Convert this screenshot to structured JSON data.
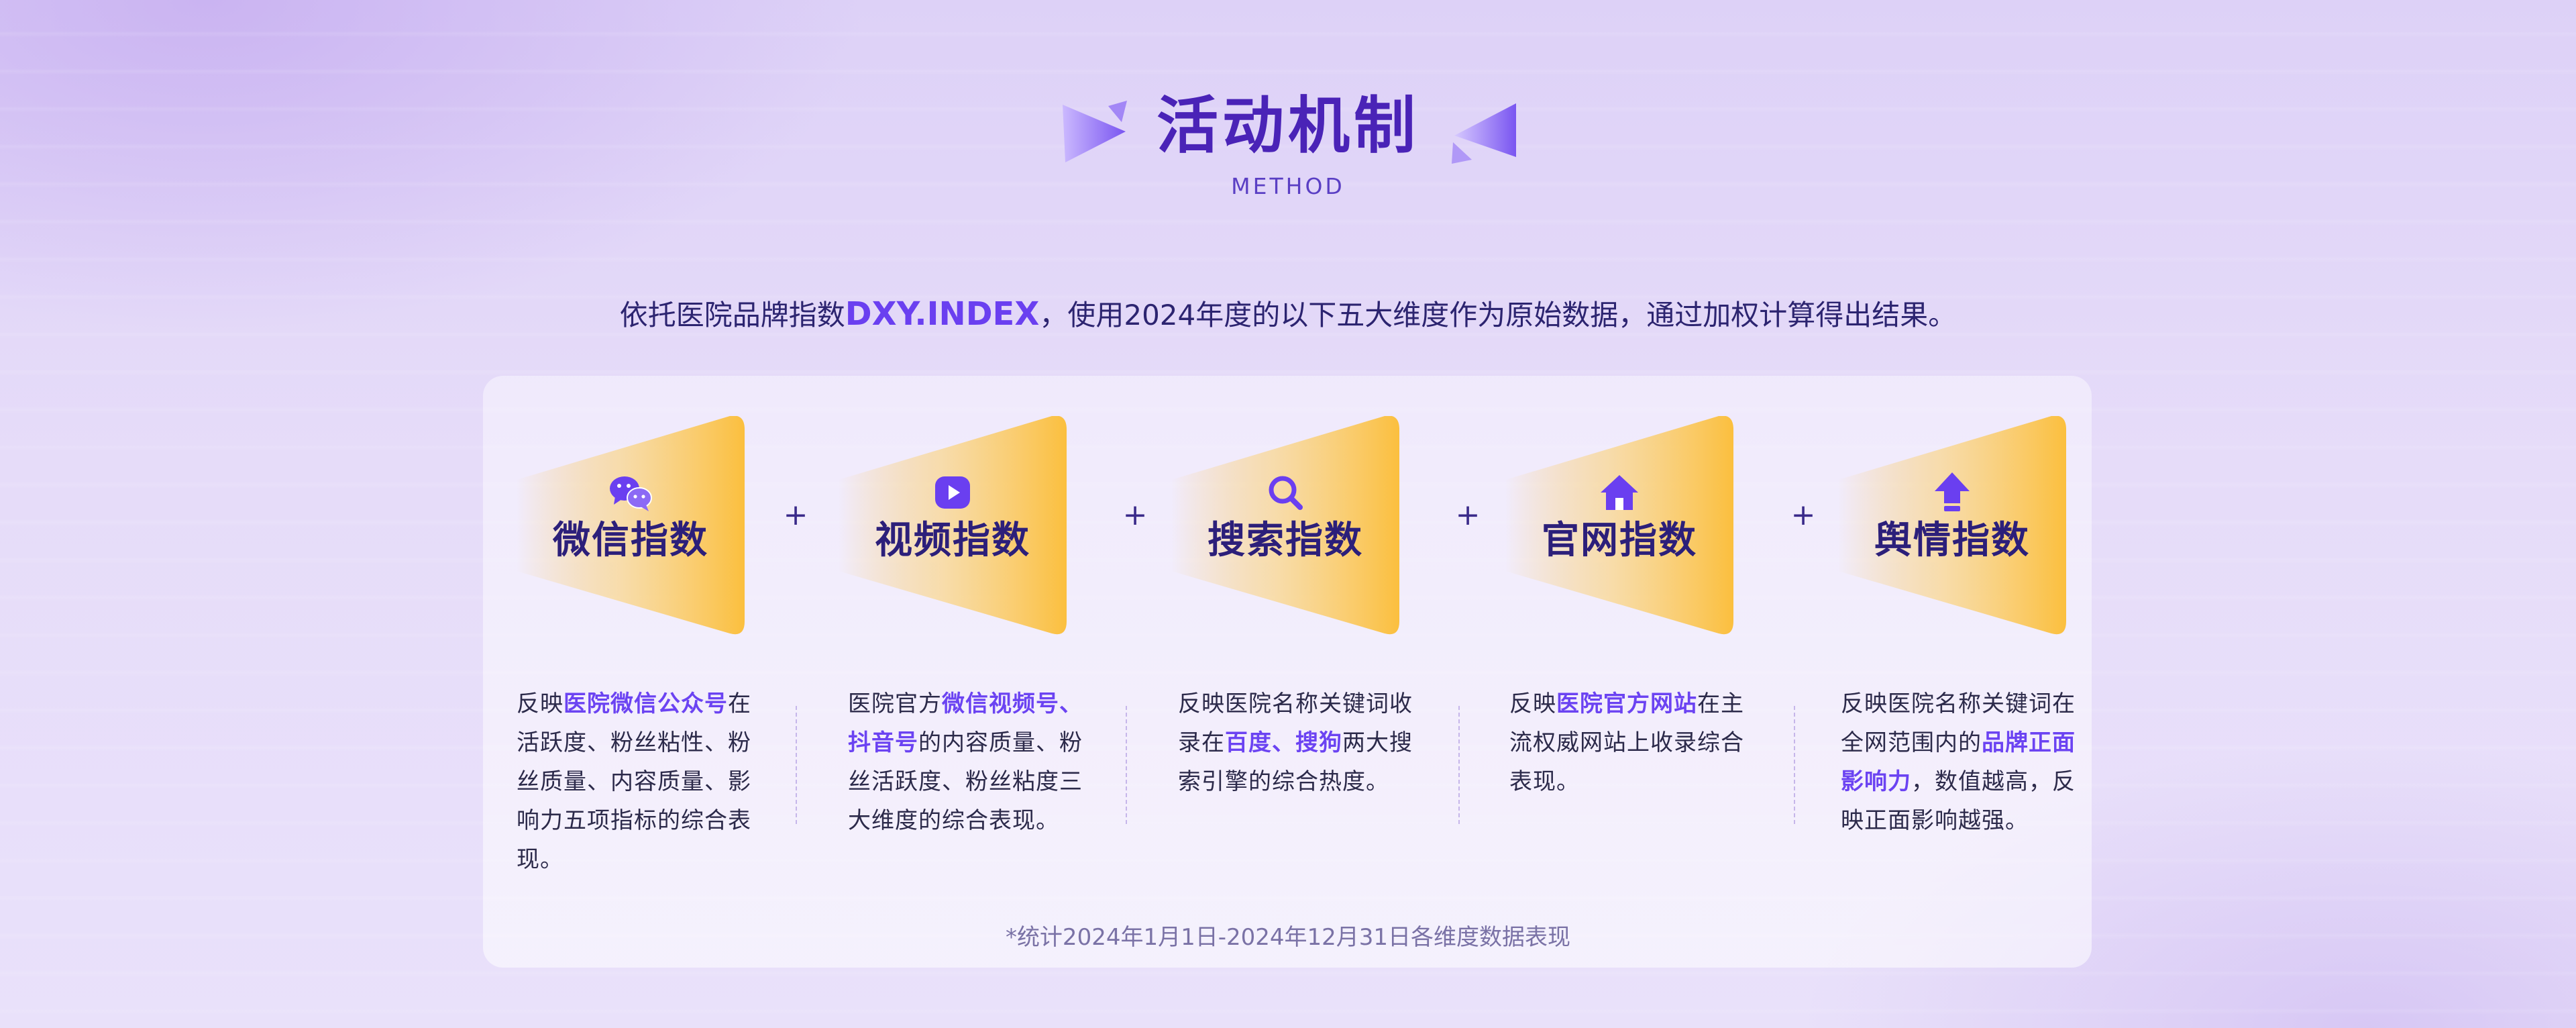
{
  "header": {
    "title": "活动机制",
    "subtitle": "METHOD"
  },
  "intro": {
    "before": "依托医院品牌指数",
    "accent": "DXY.INDEX",
    "after": "，使用2024年度的以下五大维度作为原始数据，通过加权计算得出结果。"
  },
  "colors": {
    "accent": "#6b43f2",
    "title": "#4a23b7",
    "card_gold": "#fbbf3e"
  },
  "indices": [
    {
      "label": "微信指数",
      "icon": "wechat-icon",
      "desc": [
        {
          "t": "反映",
          "hl": false
        },
        {
          "t": "医院微信公众号",
          "hl": true
        },
        {
          "t": "在活跃度、粉丝粘性、粉丝质量、内容质量、影响力五项指标的综合表现。",
          "hl": false
        }
      ]
    },
    {
      "label": "视频指数",
      "icon": "video-play-icon",
      "desc": [
        {
          "t": "医院官方",
          "hl": false
        },
        {
          "t": "微信视频号、抖音号",
          "hl": true
        },
        {
          "t": "的内容质量、粉丝活跃度、粉丝粘度三大维度的综合表现。",
          "hl": false
        }
      ]
    },
    {
      "label": "搜索指数",
      "icon": "search-icon",
      "desc": [
        {
          "t": "反映医院名称关键词收录在",
          "hl": false
        },
        {
          "t": "百度、搜狗",
          "hl": true
        },
        {
          "t": "两大搜索引擎的综合热度。",
          "hl": false
        }
      ]
    },
    {
      "label": "官网指数",
      "icon": "home-icon",
      "desc": [
        {
          "t": "反映",
          "hl": false
        },
        {
          "t": "医院官方网站",
          "hl": true
        },
        {
          "t": "在主流权威网站上收录综合表现。",
          "hl": false
        }
      ]
    },
    {
      "label": "舆情指数",
      "icon": "arrow-up-icon",
      "desc": [
        {
          "t": "反映医院名称关键词在全网范围内的",
          "hl": false
        },
        {
          "t": "品牌正面影响力",
          "hl": true
        },
        {
          "t": "，数值越高，反映正面影响越强。",
          "hl": false
        }
      ]
    }
  ],
  "operator": "+",
  "footnote": "*统计2024年1月1日-2024年12月31日各维度数据表现"
}
